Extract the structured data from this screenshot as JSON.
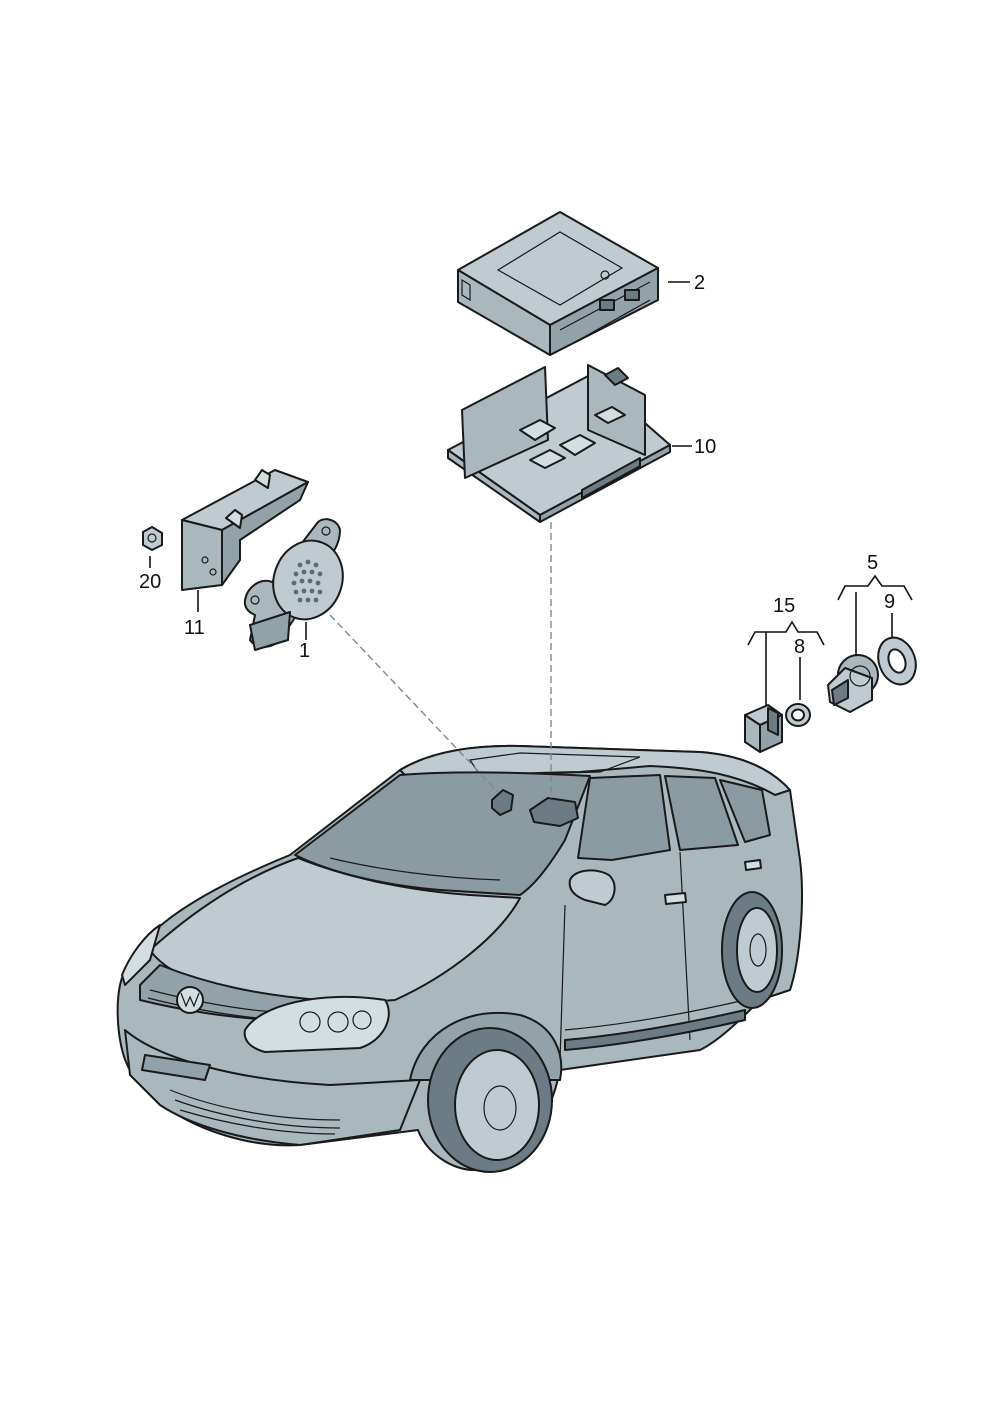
{
  "diagram": {
    "callouts": {
      "c1": "1",
      "c2": "2",
      "c5": "5",
      "c8": "8",
      "c9": "9",
      "c10": "10",
      "c11": "11",
      "c15": "15",
      "c20": "20"
    },
    "colors": {
      "part_fill": "#aab7bd",
      "part_light": "#d4dde0",
      "part_dark": "#6d7c84",
      "outline": "#1a1a1a",
      "dashed_link": "#7a8a93"
    }
  }
}
